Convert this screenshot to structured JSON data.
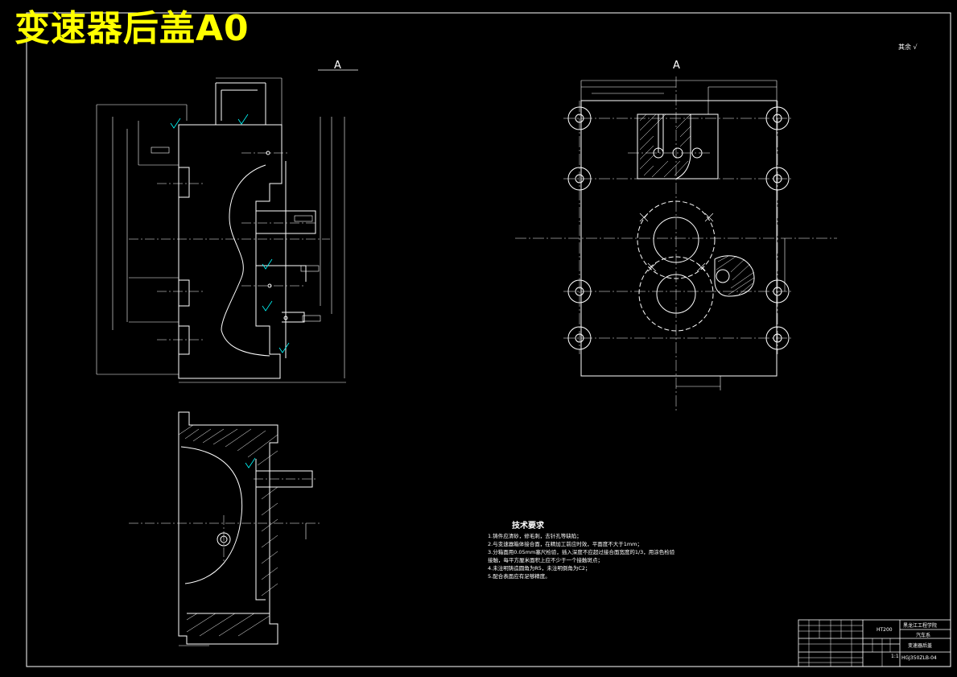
{
  "drawing": {
    "title": "变速器后盖A0",
    "roughness_note": "其余",
    "section_label_top_left": "A",
    "section_label_top_right": "A"
  },
  "tech_requirements": {
    "title": "技术要求",
    "items": [
      "1.铸件应清砂，修毛刺，去针孔等缺陷；",
      "2.与变速器箱体接合面，在精加工前应时效，平面度不大于1mm；",
      "3.分箱面用0.05mm塞尺检验，插入深度不应超过接合面宽度的1/3，用涂色检验",
      "  接触，每平方厘米面积上应不少于一个接触斑点；",
      "4.未注明铸造圆角为R5，未注明倒角为C2；",
      "5.配合表面应有足够精度。"
    ]
  },
  "title_block": {
    "school": "黑龙江工程学院",
    "dept": "汽车系",
    "part_name": "变速器后盖",
    "drawing_no": "HGJ350ZLB-04",
    "material": "HT200",
    "scale": "1:1"
  },
  "colors": {
    "background": "#000000",
    "lines": "#ffffff",
    "title": "#ffff00",
    "dimensions": "#00ffff"
  }
}
